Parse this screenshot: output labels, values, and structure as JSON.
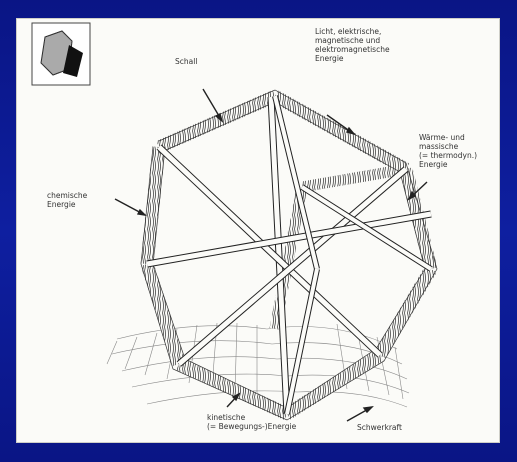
{
  "labels": {
    "schall": "Schall",
    "light": "Licht, elektrische,\nmagnetische und\nelektromagnetische\nEnergie",
    "heat": "Wärme- und\nmassische\n(= thermodyn.)\nEnergie",
    "chem": "chemische\nEnergie",
    "kinetic": "kinetische\n(= Bewegungs-)Energie",
    "gravity": "Schwerkraft"
  },
  "colors": {
    "background": "#0b1a8c",
    "paper": "#fbfbf8",
    "ink": "#333333"
  },
  "icons": {
    "thumbnail": "crystal-rock-icon"
  }
}
